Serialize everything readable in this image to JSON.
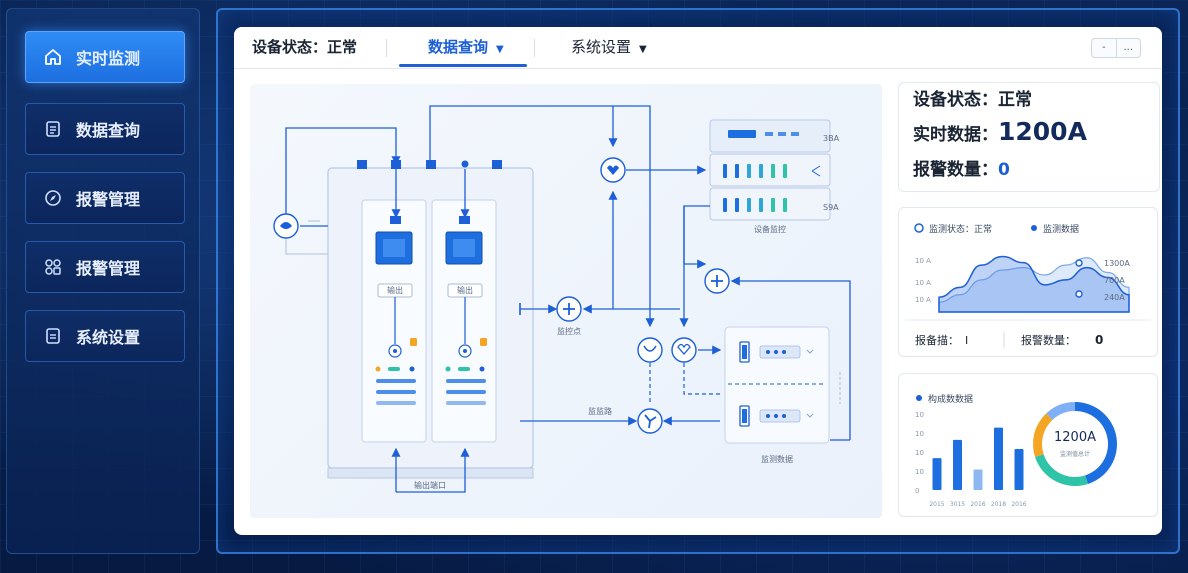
{
  "sidebar": {
    "items": [
      {
        "label": "实时监测",
        "icon": "home-icon",
        "active": true
      },
      {
        "label": "数据查询",
        "icon": "document-icon",
        "active": false
      },
      {
        "label": "报警管理",
        "icon": "compass-icon",
        "active": false
      },
      {
        "label": "报警管理",
        "icon": "grid-icon",
        "active": false
      },
      {
        "label": "系统设置",
        "icon": "settings-doc-icon",
        "active": false
      }
    ]
  },
  "topbar": {
    "status": "设备状态：正常",
    "tabs": [
      {
        "label": "数据查询",
        "active": true
      },
      {
        "label": "系统设置",
        "active": false
      }
    ],
    "window_controls": [
      "-",
      "..."
    ]
  },
  "diagram": {
    "labels": {
      "right_a": "3BA",
      "right_b": "S9A",
      "rack_label": "设备监控",
      "junction_label": "监控点",
      "branch_label": "监监路",
      "monitor_label": "监测数据",
      "bottom_label": "输出端口",
      "left_box_btn": "输出",
      "right_box_btn": "输出"
    }
  },
  "status_card": {
    "line1_label": "设备状态：",
    "line1_value": "正常",
    "line2_label": "实时数据：",
    "line2_value": "1200A",
    "line3_label": "报警数量：",
    "line3_value": "0"
  },
  "line_card": {
    "legend_a": "监测状态：正常",
    "legend_b": "监测数据",
    "footer_a": "报备描：",
    "footer_a_val": "I",
    "footer_b": "报警数量：",
    "footer_b_val": "0"
  },
  "bar_card": {
    "legend": "构成数数据",
    "donut_value": "1200A",
    "donut_sub": "监测值总计"
  },
  "chart_data": [
    {
      "type": "area",
      "yticks": [
        "10 A",
        "10 A",
        "10 A"
      ],
      "series": [
        {
          "values": [
            12,
            20,
            38,
            45,
            40,
            22,
            26,
            36,
            28,
            14
          ]
        },
        {
          "values": [
            8,
            14,
            26,
            34,
            36,
            30,
            38,
            44,
            32,
            20
          ]
        }
      ],
      "annotations": [
        "1300A",
        "700A",
        "240A"
      ],
      "ylim": [
        0,
        60
      ]
    },
    {
      "type": "bar",
      "categories": [
        "2015",
        "3015",
        "2016",
        "2018",
        "2016"
      ],
      "yticks": [
        "10",
        "10",
        "10",
        "10",
        "0"
      ],
      "values": [
        42,
        66,
        27,
        82,
        54
      ],
      "ylim": [
        0,
        100
      ]
    },
    {
      "type": "pie",
      "values": [
        45,
        25,
        18,
        12
      ],
      "colors": [
        "#1d6fe0",
        "#2fc4a8",
        "#f5a524",
        "#7fb0f5"
      ]
    }
  ],
  "colors": {
    "accent": "#1d6fe0",
    "teal": "#2fc4a8",
    "orange": "#f5a524",
    "dark_bg": "#071a3f"
  }
}
